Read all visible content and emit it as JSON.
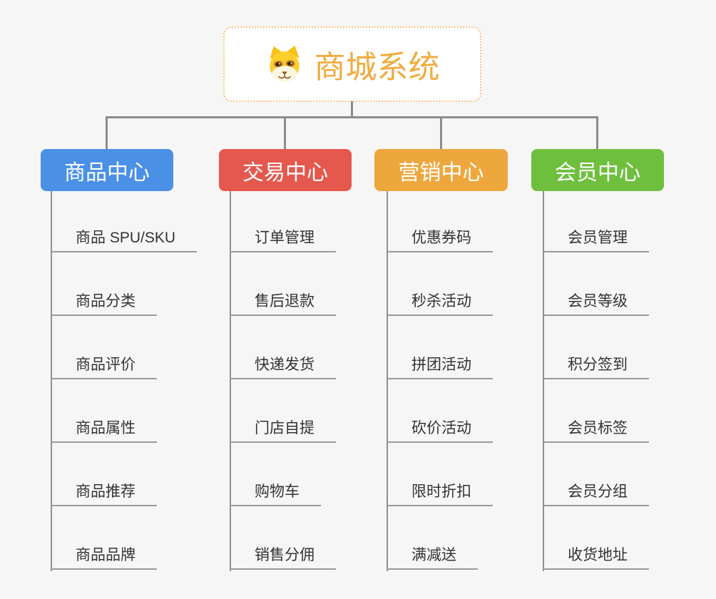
{
  "page": {
    "background_color": "#f6f6f6",
    "connector_color": "#8c8c8c",
    "leaf_underline_color": "#9a9a9a",
    "leaf_text_color": "#333333"
  },
  "root": {
    "title": "商城系统",
    "title_color": "#f0ab40",
    "border_color": "#f2c379",
    "icon": "dog-face-icon"
  },
  "branches": [
    {
      "label": "商品中心",
      "color": "#4a90e6",
      "items": [
        "商品 SPU/SKU",
        "商品分类",
        "商品评价",
        "商品属性",
        "商品推荐",
        "商品品牌"
      ]
    },
    {
      "label": "交易中心",
      "color": "#e5584e",
      "items": [
        "订单管理",
        "售后退款",
        "快递发货",
        "门店自提",
        "购物车",
        "销售分佣"
      ]
    },
    {
      "label": "营销中心",
      "color": "#eda73d",
      "items": [
        "优惠券码",
        "秒杀活动",
        "拼团活动",
        "砍价活动",
        "限时折扣",
        "满减送"
      ]
    },
    {
      "label": "会员中心",
      "color": "#6fbf3e",
      "items": [
        "会员管理",
        "会员等级",
        "积分签到",
        "会员标签",
        "会员分组",
        "收货地址"
      ]
    }
  ]
}
